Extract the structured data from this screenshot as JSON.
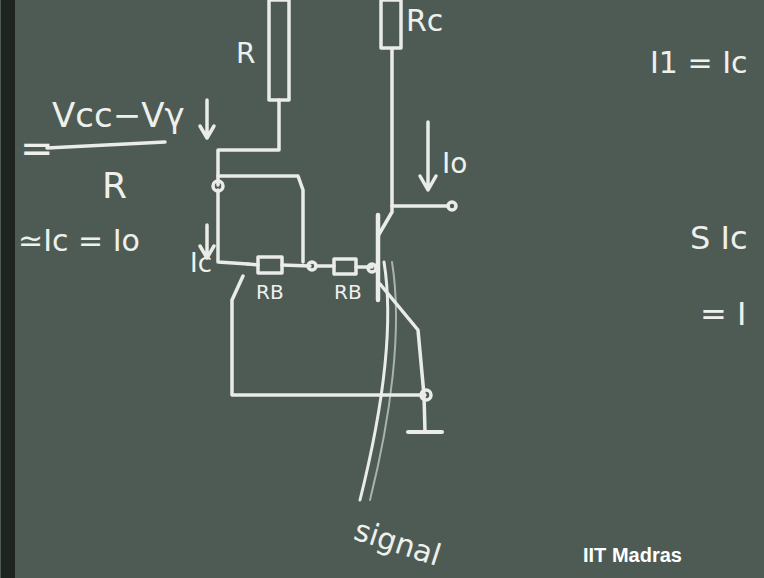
{
  "diagram": {
    "labels": [
      "R",
      "Rc",
      "=",
      "Vcc−Vγ",
      "R",
      "≃Ic = Io",
      "Ic",
      "Io",
      "RB",
      "RB",
      "signal",
      "I1 = Ic",
      "S Ic",
      "= I",
      "IIT Madras"
    ]
  }
}
